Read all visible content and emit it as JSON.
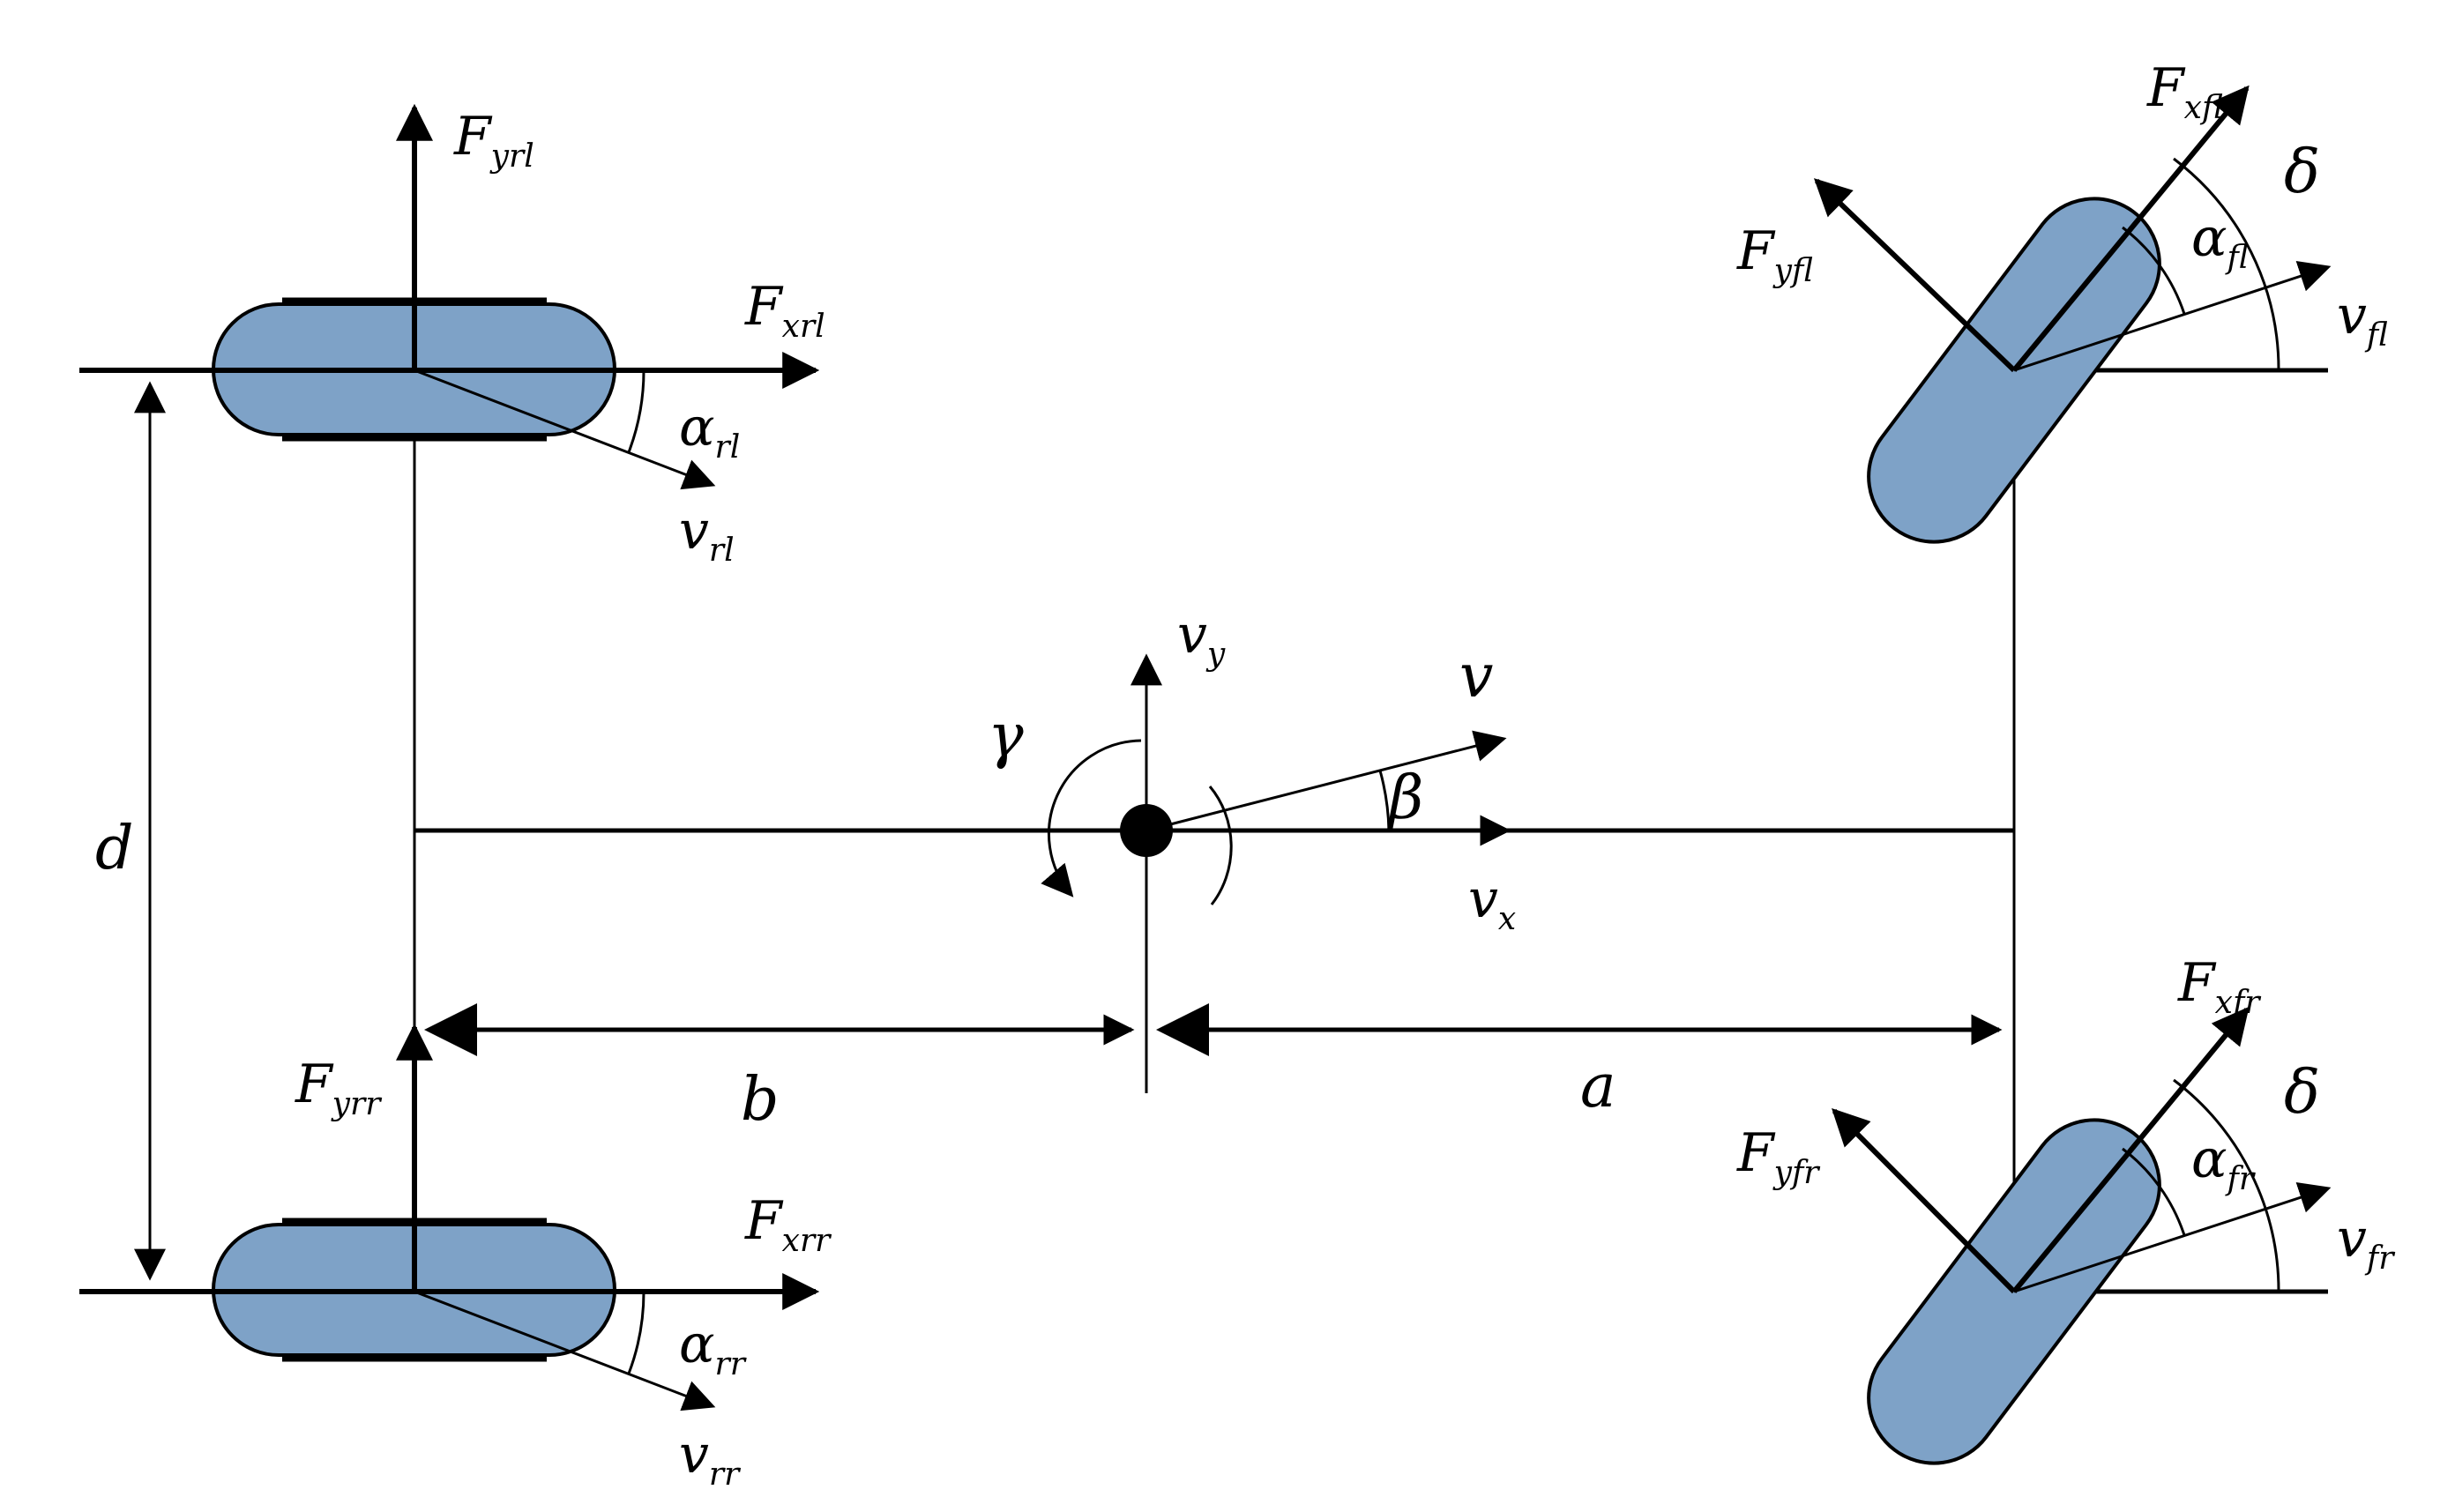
{
  "labels": {
    "rl": {
      "F_y": "F",
      "F_y_sub": "yrl",
      "F_x": "F",
      "F_x_sub": "xrl",
      "alpha": "α",
      "alpha_sub": "rl",
      "v": "v",
      "v_sub": "rl"
    },
    "rr": {
      "F_y": "F",
      "F_y_sub": "yrr",
      "F_x": "F",
      "F_x_sub": "xrr",
      "alpha": "α",
      "alpha_sub": "rr",
      "v": "v",
      "v_sub": "rr"
    },
    "fl": {
      "F_x": "F",
      "F_x_sub": "xfl",
      "F_y": "F",
      "F_y_sub": "yfl",
      "alpha": "α",
      "alpha_sub": "fl",
      "v": "v",
      "v_sub": "fl",
      "delta": "δ"
    },
    "fr": {
      "F_x": "F",
      "F_x_sub": "xfr",
      "F_y": "F",
      "F_y_sub": "yfr",
      "alpha": "α",
      "alpha_sub": "fr",
      "v": "v",
      "v_sub": "fr",
      "delta": "δ"
    },
    "cg": {
      "v_y": "v",
      "v_y_sub": "y",
      "v": "v",
      "v_x": "v",
      "v_x_sub": "x",
      "gamma": "γ",
      "beta": "β"
    },
    "dims": {
      "d": "d",
      "b": "b",
      "a": "a"
    }
  },
  "colors": {
    "tire_fill": "#7ea2c7",
    "line": "#000000"
  }
}
